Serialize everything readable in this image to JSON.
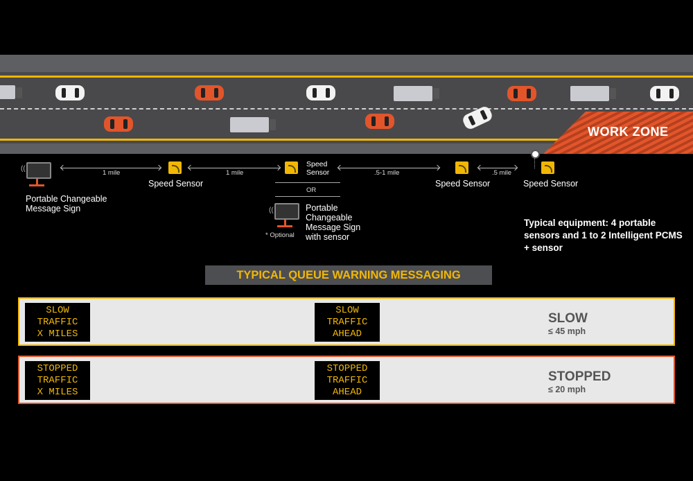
{
  "road": {
    "work_zone_label": "WORK ZONE",
    "colors": {
      "accent": "#f2b705",
      "work_zone": "#e2552b",
      "slow_border": "#f2b705",
      "stopped_border": "#e2552b"
    }
  },
  "equipment": {
    "pcms_label": "Portable Changeable Message Sign",
    "distance_1": "1 mile",
    "sensor_1_label": "Speed Sensor",
    "distance_2": "1 mile",
    "sensor_2_label": "Speed Sensor",
    "or_label": "OR",
    "optional_pcms_label": "Portable Changeable Message Sign with sensor",
    "optional_note": "* Optional",
    "distance_3": ".5-1 mile",
    "sensor_3_label": "Speed Sensor",
    "distance_4": ".5 mile",
    "sensor_4_label": "Speed Sensor",
    "typical_equipment": "Typical equipment: 4 portable sensors and 1 to 2 Intelligent PCMS + sensor"
  },
  "messaging": {
    "heading": "TYPICAL QUEUE WARNING MESSAGING",
    "rows": [
      {
        "sign_1": [
          "SLOW",
          "TRAFFIC",
          "X MILES"
        ],
        "sign_2": [
          "SLOW",
          "TRAFFIC",
          "AHEAD"
        ],
        "status": "SLOW",
        "threshold": "≤ 45 mph"
      },
      {
        "sign_1": [
          "STOPPED",
          "TRAFFIC",
          "X MILES"
        ],
        "sign_2": [
          "STOPPED",
          "TRAFFIC",
          "AHEAD"
        ],
        "status": "STOPPED",
        "threshold": "≤ 20 mph"
      }
    ]
  }
}
